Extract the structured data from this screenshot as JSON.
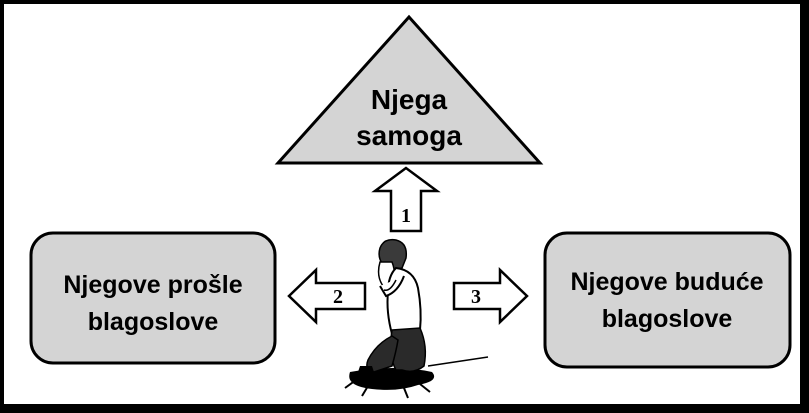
{
  "diagram": {
    "triangle": {
      "line1": "Njega",
      "line2": "samoga"
    },
    "left_box": {
      "line1": "Njegove prošle",
      "line2": "blagoslove"
    },
    "right_box": {
      "line1": "Njegove buduće",
      "line2": "blagoslove"
    },
    "arrows": {
      "up": "1",
      "left": "2",
      "right": "3"
    },
    "colors": {
      "fill": "#d4d4d4",
      "stroke": "#000000",
      "arrow_fill": "#ffffff"
    },
    "figure": "kneeling-praying-man-icon"
  }
}
